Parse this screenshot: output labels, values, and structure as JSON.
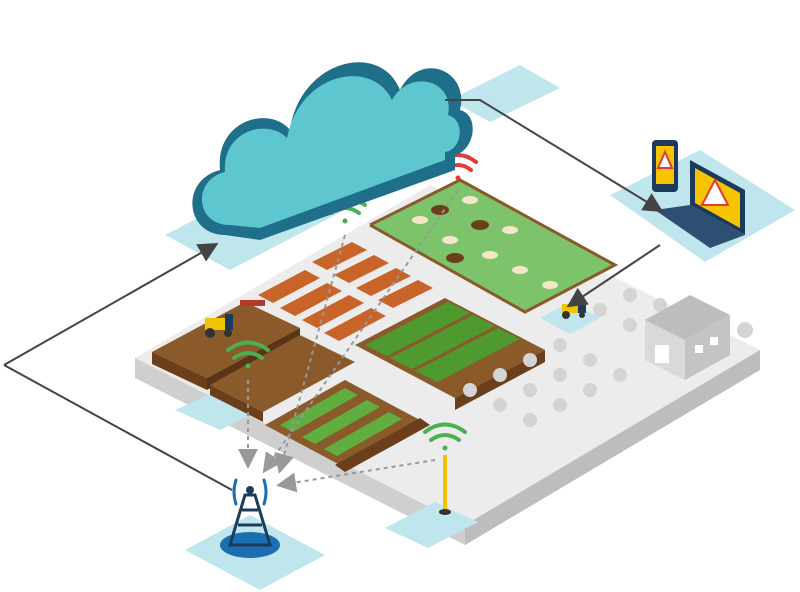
{
  "diagram": {
    "subject": "smart-farm-iot",
    "colors": {
      "cloud_light": "#5ec6cf",
      "cloud_dark": "#1f6f8b",
      "pad": "#bfe6ec",
      "platform_top": "#eeeeee",
      "platform_side": "#cfcfcf",
      "soil": "#8a5a2b",
      "soil_dark": "#6b3f1b",
      "crop_row": "#c8642a",
      "grass": "#7cc36b",
      "fence": "#8a5a2b",
      "wifi_green": "#4caf50",
      "wifi_red": "#e53935",
      "sensor_yellow": "#f2c200",
      "alert_yellow": "#f7c400",
      "alert_red": "#e53935",
      "device_dark": "#1b3a5c",
      "tower": "#1b3a5c",
      "arrow": "#444444",
      "tree": "#d4d4d4",
      "barn": "#d9d9d9"
    },
    "components": [
      {
        "id": "cloud",
        "icon": "cloud-icon"
      },
      {
        "id": "phone",
        "icon": "phone-alert-icon"
      },
      {
        "id": "laptop",
        "icon": "laptop-alert-icon"
      },
      {
        "id": "tower",
        "icon": "cell-tower-icon"
      },
      {
        "id": "tractor",
        "icon": "tractor-icon"
      },
      {
        "id": "barn",
        "icon": "barn-icon"
      },
      {
        "id": "sensor-livestock",
        "icon": "wifi-red-icon"
      },
      {
        "id": "sensor-crops",
        "icon": "wifi-green-icon"
      },
      {
        "id": "sensor-soil",
        "icon": "wifi-green-icon"
      },
      {
        "id": "sensor-field",
        "icon": "wifi-green-icon"
      }
    ]
  }
}
